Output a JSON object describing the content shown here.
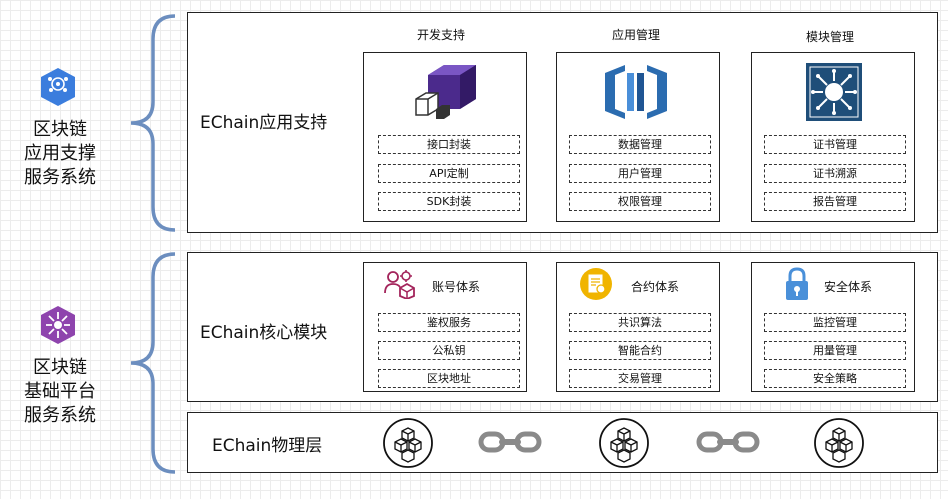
{
  "left": {
    "app_label": [
      "区块链",
      "应用支撑",
      "服务系统"
    ],
    "app_icon": "api-hexagon-icon",
    "base_label": [
      "区块链",
      "基础平台",
      "服务系统"
    ],
    "base_icon": "network-hexagon-icon"
  },
  "app_layer": {
    "title": "EChain应用支持",
    "cards": [
      {
        "title": "开发支持",
        "icon": "cube-stack-icon",
        "items": [
          "接口封装",
          "API定制",
          "SDK封装"
        ]
      },
      {
        "title": "应用管理",
        "icon": "bracket-blocks-icon",
        "items": [
          "数据管理",
          "用户管理",
          "权限管理"
        ]
      },
      {
        "title": "模块管理",
        "icon": "circuit-board-icon",
        "items": [
          "证书管理",
          "证书溯源",
          "报告管理"
        ]
      }
    ]
  },
  "core_layer": {
    "title": "EChain核心模块",
    "cards": [
      {
        "title": "账号体系",
        "icon": "users-gear-icon",
        "items": [
          "鉴权服务",
          "公私钥",
          "区块地址"
        ]
      },
      {
        "title": "合约体系",
        "icon": "contract-icon",
        "items": [
          "共识算法",
          "智能合约",
          "交易管理"
        ]
      },
      {
        "title": "安全体系",
        "icon": "padlock-icon",
        "items": [
          "监控管理",
          "用量管理",
          "安全策略"
        ]
      }
    ]
  },
  "physical_layer": {
    "title": "EChain物理层",
    "icons": [
      "blocks-icon",
      "chain-link-icon",
      "blocks-icon",
      "chain-link-icon",
      "blocks-icon"
    ]
  },
  "colors": {
    "brace": "#6c8ebf",
    "api_hex": "#3b7ddd",
    "net_hex": "#8e44ad",
    "cube_dark": "#4b2a8c",
    "amazon_blue": "#2b6cb0",
    "board_blue": "#1f4e79",
    "users_pink": "#a3245b",
    "contract_yellow": "#f0b400",
    "lock_blue": "#4a90d9",
    "chain_gray": "#8a8a8a"
  }
}
